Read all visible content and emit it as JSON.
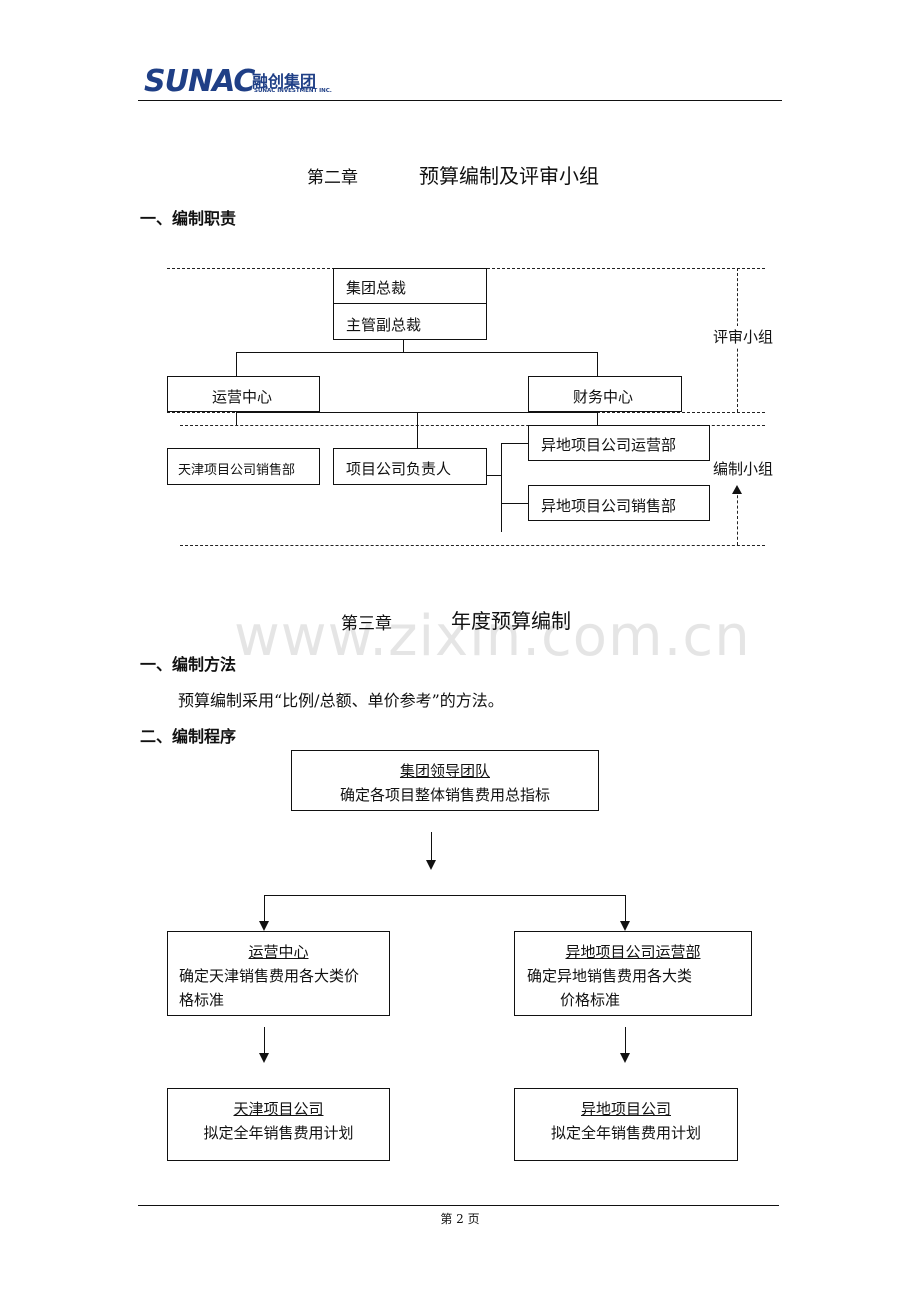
{
  "header": {
    "logo_text": "SUNAC",
    "logo_cn": "融创集团",
    "logo_sub": "SUNAC INVESTMENT INC."
  },
  "chapter2": {
    "number": "第二章",
    "title": "预算编制及评审小组",
    "section1": "一、编制职责"
  },
  "org": {
    "ceo": "集团总裁",
    "vp": "主管副总裁",
    "ops_center": "运营中心",
    "fin_center": "财务中心",
    "tianjin_sales": "天津项目公司销售部",
    "project_head": "项目公司负责人",
    "remote_ops": "异地项目公司运营部",
    "remote_sales": "异地项目公司销售部",
    "review_group": "评审小组",
    "compile_group": "编制小组"
  },
  "watermark": "www.zixin.com.cn",
  "chapter3": {
    "number": "第三章",
    "title": "年度预算编制",
    "section1": "一、编制方法",
    "method_text": "预算编制采用“比例/总额、单价参考”的方法。",
    "section2": "二、编制程序"
  },
  "flow": {
    "top_title": "集团领导团队",
    "top_text": "确定各项目整体销售费用总指标",
    "left_title": "运营中心",
    "left_text1": "确定天津销售费用各大类价",
    "left_text2": "格标准",
    "right_title": "异地项目公司运营部",
    "right_text1": "确定异地销售费用各大类",
    "right_text2": "价格标准",
    "bl_title": "天津项目公司",
    "bl_text": "拟定全年销售费用计划",
    "br_title": "异地项目公司",
    "br_text": "拟定全年销售费用计划"
  },
  "footer": {
    "page": "第 2 页"
  }
}
